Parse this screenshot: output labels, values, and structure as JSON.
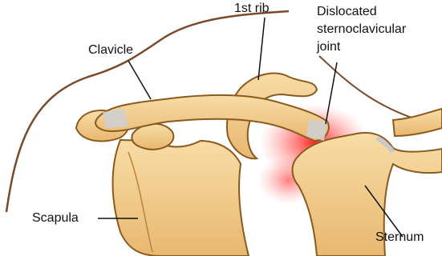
{
  "labels": {
    "first_rib": "1st rib",
    "dislocated_line1": "Dislocated",
    "dislocated_line2": "sternoclavicular",
    "dislocated_line3": "joint",
    "clavicle": "Clavicle",
    "scapula": "Scapula",
    "sternum": "Sternum"
  },
  "colors": {
    "bone": "#f3cf8e",
    "bone_outline": "#8a5a1e",
    "skin_outline": "#7a4a2a",
    "injury_glow": "#ff2a2a",
    "cartilage": "#c9c9c9"
  }
}
